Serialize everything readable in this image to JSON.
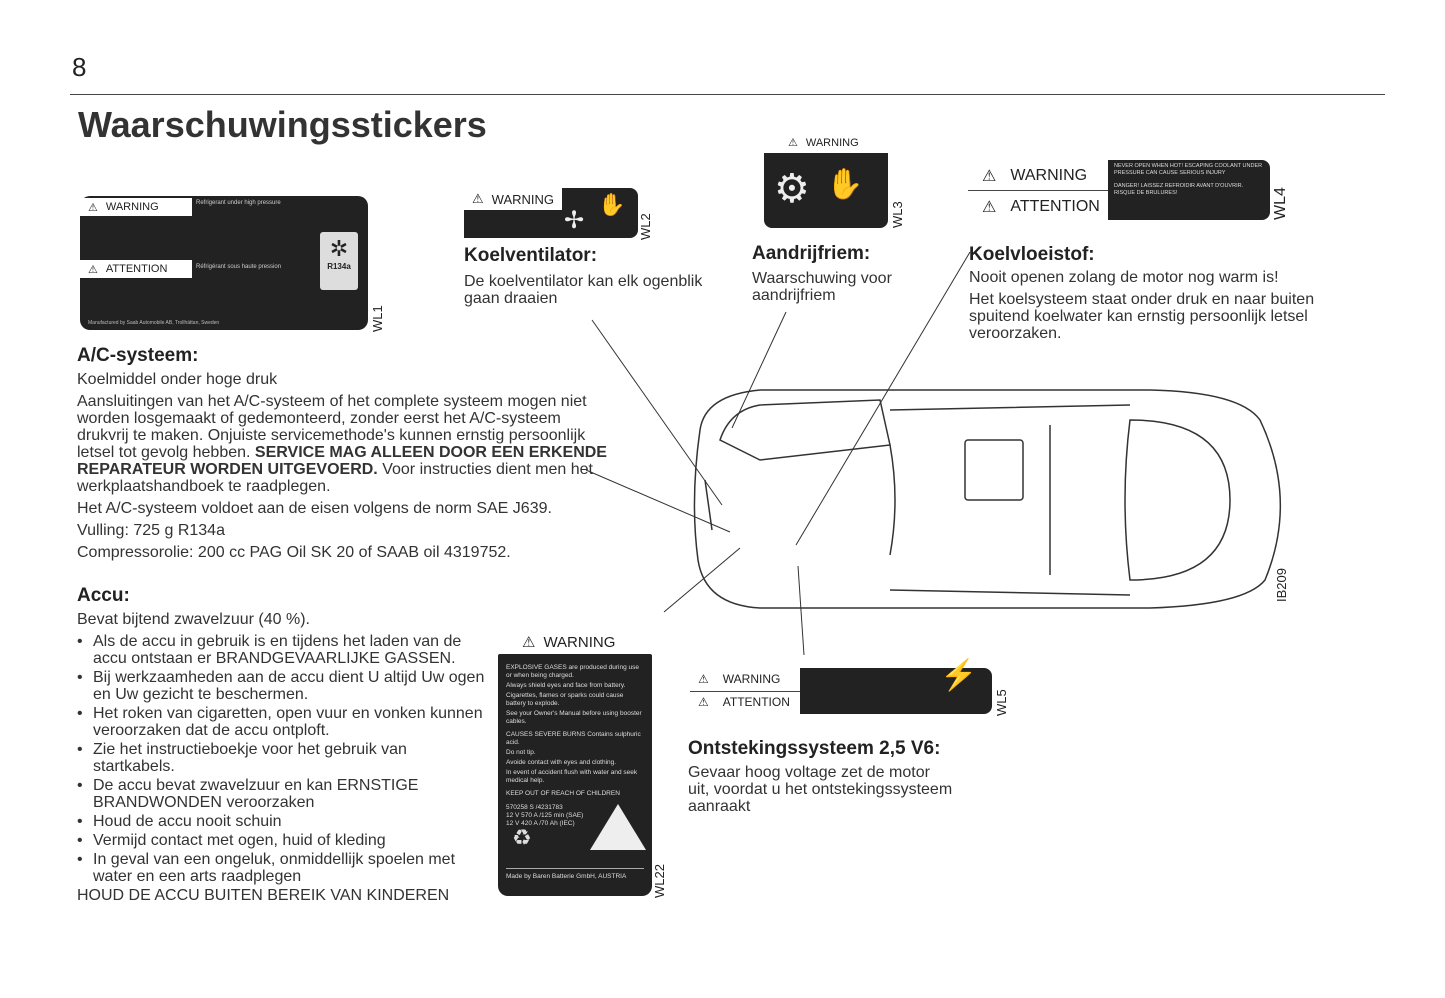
{
  "page_number": "8",
  "title": "Waarschuwingsstickers",
  "stickers": {
    "wl1": {
      "id": "WL1",
      "warning": "WARNING",
      "attention": "ATTENTION",
      "warn_head": "Refrigerant under high pressure",
      "att_head": "Réfrigérant sous haute pression",
      "refrigerant": "R134a",
      "footer": "Manufactured by Saab Automobile AB, Trollhättan, Sweden"
    },
    "wl2": {
      "id": "WL2",
      "warning": "WARNING"
    },
    "wl3": {
      "id": "WL3",
      "warning": "WARNING"
    },
    "wl4": {
      "id": "WL4",
      "warning": "WARNING",
      "attention": "ATTENTION",
      "en": "NEVER OPEN WHEN HOT! ESCAPING COOLANT UNDER PRESSURE CAN CAUSE SERIOUS INJURY",
      "fr": "DANGER! LAISSEZ REFROIDIR AVANT D'OUVRIR. RISQUE DE BRULURES!"
    },
    "wl5": {
      "id": "WL5",
      "warning": "WARNING",
      "attention": "ATTENTION"
    },
    "wl22": {
      "id": "WL22",
      "warning": "WARNING",
      "lines": [
        "EXPLOSIVE GASES are produced during use or when being charged.",
        "Always shield eyes and face from battery.",
        "Cigarettes, flames or sparks could cause battery to explode.",
        "See your Owner's Manual before using booster cables.",
        "CAUSES SEVERE BURNS Contains sulphuric acid.",
        "Do not tip.",
        "Avoide contact with eyes and clothing.",
        "In event of accident flush with water and seek medical help.",
        "KEEP OUT OF REACH OF CHILDREN"
      ],
      "specs": [
        "570258 S /4231783",
        "12 V 570 A /125 min (SAE)",
        "12 V 420 A /70 Ah (IEC)"
      ],
      "footer": "Made by Baren Batterie GmbH, AUSTRIA"
    }
  },
  "ac": {
    "heading": "A/C-systeem:",
    "sub": "Koelmiddel onder hoge druk",
    "p1": "Aansluitingen van het A/C-systeem of het complete systeem mogen niet worden losgemaakt of gedemonteerd, zonder eerst het A/C-systeem drukvrij te maken. Onjuiste servicemethode's kunnen ernstig persoonlijk letsel tot gevolg hebben.",
    "p1_bold": "SERVICE MAG ALLEEN DOOR EEN ERKENDE REPARATEUR WORDEN UITGEVOERD.",
    "p1_end": "Voor instructies dient men het werkplaatshandboek te raadplegen.",
    "p2": "Het A/C-systeem voldoet aan de eisen volgens de norm SAE J639.",
    "p3": "Vulling: 725 g R134a",
    "p4": "Compressorolie: 200 cc PAG Oil SK 20 of SAAB oil 4319752."
  },
  "accu": {
    "heading": "Accu:",
    "sub": "Bevat bijtend zwavelzuur (40 %).",
    "bullets": [
      "Als de accu in gebruik is en tijdens het laden van de accu ontstaan er BRANDGEVAARLIJKE GASSEN.",
      "Bij werkzaamheden aan de accu dient U altijd Uw ogen en Uw gezicht te beschermen.",
      "Het roken van cigaretten, open vuur en vonken kunnen veroorzaken dat de accu ontploft.",
      "Zie het instructieboekje voor het gebruik van startkabels.",
      "De accu bevat zwavelzuur en kan ERNSTIGE BRANDWONDEN veroorzaken",
      "Houd de accu nooit schuin",
      "Vermijd contact met ogen, huid of kleding",
      "In geval van een ongeluk, onmiddellijk spoelen met water en een arts raadplegen"
    ],
    "footer": "HOUD DE ACCU BUITEN BEREIK VAN KINDEREN"
  },
  "fan": {
    "heading": "Koelventilator:",
    "text": "De koelventilator kan elk ogenblik gaan draaien"
  },
  "belt": {
    "heading": "Aandrijfriem:",
    "text": "Waarschuwing voor aandrijfriem"
  },
  "coolant": {
    "heading": "Koelvloeistof:",
    "p1": "Nooit openen zolang de motor nog warm is!",
    "p2": "Het koelsysteem staat onder druk en naar buiten spuitend koelwater kan ernstig persoonlijk letsel veroorzaken."
  },
  "ignition": {
    "heading": "Ontstekingssysteem 2,5 V6:",
    "text": "Gevaar hoog voltage zet de motor uit, voordat u het ontstekingssysteem aanraakt"
  },
  "figure_id": "IB209"
}
